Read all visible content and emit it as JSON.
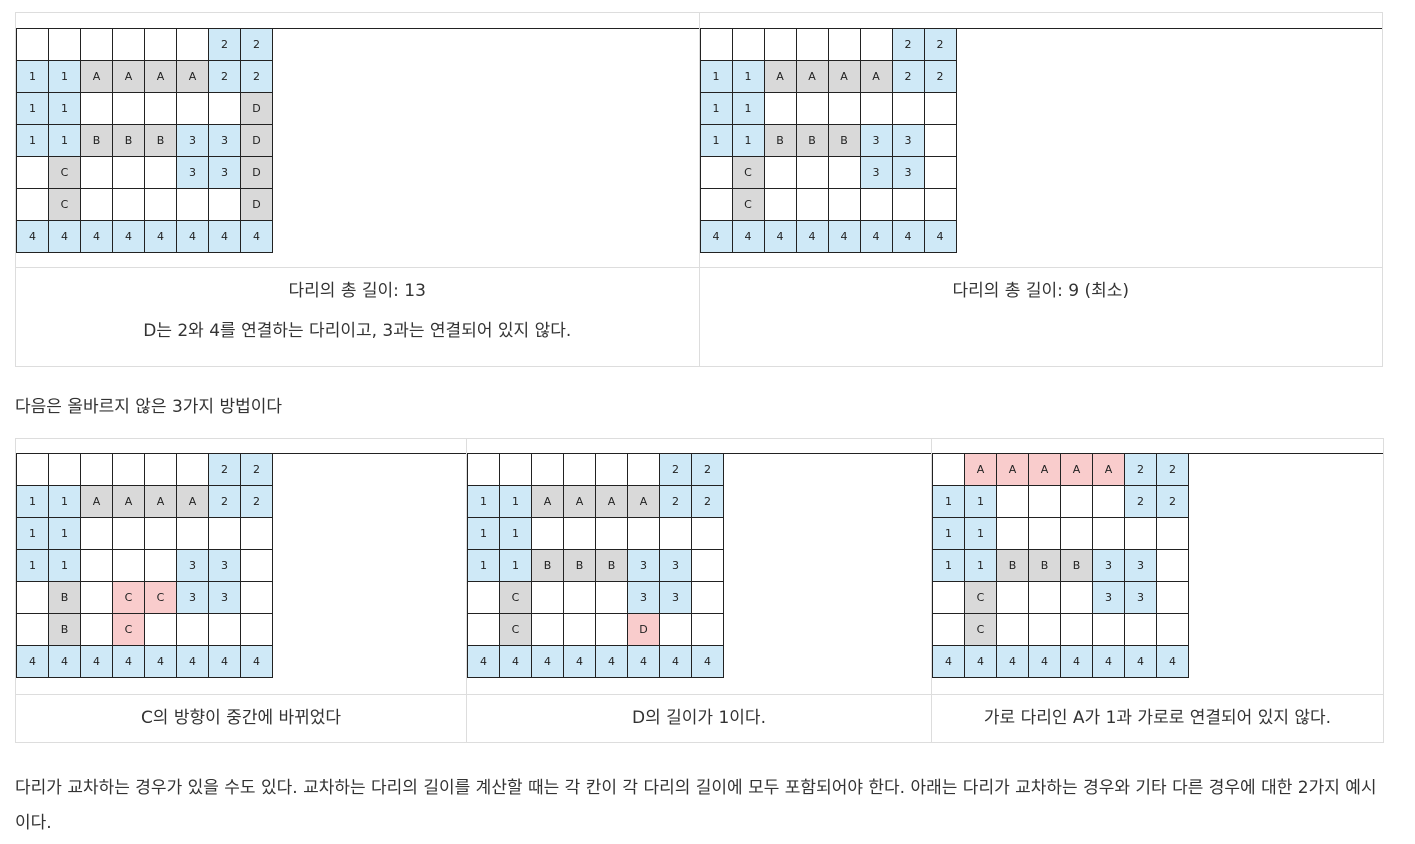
{
  "legend_colors": {
    "land": "#cfe9f7",
    "bridge": "#d9d9d9",
    "bad": "#f9cccc",
    "empty": "#ffffff"
  },
  "examples_valid": [
    {
      "grid": [
        [
          "",
          "",
          "",
          "",
          "",
          "",
          "2",
          "2"
        ],
        [
          "1",
          "1",
          "A",
          "A",
          "A",
          "A",
          "2",
          "2"
        ],
        [
          "1",
          "1",
          "",
          "",
          "",
          "",
          "",
          "D"
        ],
        [
          "1",
          "1",
          "B",
          "B",
          "B",
          "3",
          "3",
          "D"
        ],
        [
          "",
          "C",
          "",
          "",
          "",
          "3",
          "3",
          "D"
        ],
        [
          "",
          "C",
          "",
          "",
          "",
          "",
          "",
          "D"
        ],
        [
          "4",
          "4",
          "4",
          "4",
          "4",
          "4",
          "4",
          "4"
        ]
      ],
      "caption": "다리의 총 길이: 13",
      "caption2": "D는 2와 4를 연결하는 다리이고, 3과는 연결되어 있지 않다."
    },
    {
      "grid": [
        [
          "",
          "",
          "",
          "",
          "",
          "",
          "2",
          "2"
        ],
        [
          "1",
          "1",
          "A",
          "A",
          "A",
          "A",
          "2",
          "2"
        ],
        [
          "1",
          "1",
          "",
          "",
          "",
          "",
          "",
          ""
        ],
        [
          "1",
          "1",
          "B",
          "B",
          "B",
          "3",
          "3",
          ""
        ],
        [
          "",
          "C",
          "",
          "",
          "",
          "3",
          "3",
          ""
        ],
        [
          "",
          "C",
          "",
          "",
          "",
          "",
          "",
          ""
        ],
        [
          "4",
          "4",
          "4",
          "4",
          "4",
          "4",
          "4",
          "4"
        ]
      ],
      "caption": "다리의 총 길이: 9 (최소)"
    }
  ],
  "intro_invalid": "다음은 올바르지 않은 3가지 방법이다",
  "examples_invalid": [
    {
      "grid": [
        [
          "",
          "",
          "",
          "",
          "",
          "",
          "2",
          "2"
        ],
        [
          "1",
          "1",
          "A",
          "A",
          "A",
          "A",
          "2",
          "2"
        ],
        [
          "1",
          "1",
          "",
          "",
          "",
          "",
          "",
          ""
        ],
        [
          "1",
          "1",
          "",
          "",
          "",
          "3",
          "3",
          ""
        ],
        [
          "",
          "B",
          "",
          "C",
          "C",
          "3",
          "3",
          ""
        ],
        [
          "",
          "B",
          "",
          "C",
          "",
          "",
          "",
          ""
        ],
        [
          "4",
          "4",
          "4",
          "4",
          "4",
          "4",
          "4",
          "4"
        ]
      ],
      "bad": [
        [
          4,
          3
        ],
        [
          4,
          4
        ],
        [
          5,
          3
        ]
      ],
      "caption": "C의 방향이 중간에 바뀌었다"
    },
    {
      "grid": [
        [
          "",
          "",
          "",
          "",
          "",
          "",
          "2",
          "2"
        ],
        [
          "1",
          "1",
          "A",
          "A",
          "A",
          "A",
          "2",
          "2"
        ],
        [
          "1",
          "1",
          "",
          "",
          "",
          "",
          "",
          ""
        ],
        [
          "1",
          "1",
          "B",
          "B",
          "B",
          "3",
          "3",
          ""
        ],
        [
          "",
          "C",
          "",
          "",
          "",
          "3",
          "3",
          ""
        ],
        [
          "",
          "C",
          "",
          "",
          "",
          "D",
          "",
          ""
        ],
        [
          "4",
          "4",
          "4",
          "4",
          "4",
          "4",
          "4",
          "4"
        ]
      ],
      "bad": [
        [
          5,
          5
        ]
      ],
      "caption": "D의 길이가 1이다."
    },
    {
      "grid": [
        [
          "",
          "A",
          "A",
          "A",
          "A",
          "A",
          "2",
          "2"
        ],
        [
          "1",
          "1",
          "",
          "",
          "",
          "",
          "2",
          "2"
        ],
        [
          "1",
          "1",
          "",
          "",
          "",
          "",
          "",
          ""
        ],
        [
          "1",
          "1",
          "B",
          "B",
          "B",
          "3",
          "3",
          ""
        ],
        [
          "",
          "C",
          "",
          "",
          "",
          "3",
          "3",
          ""
        ],
        [
          "",
          "C",
          "",
          "",
          "",
          "",
          "",
          ""
        ],
        [
          "4",
          "4",
          "4",
          "4",
          "4",
          "4",
          "4",
          "4"
        ]
      ],
      "bad": [
        [
          0,
          1
        ],
        [
          0,
          2
        ],
        [
          0,
          3
        ],
        [
          0,
          4
        ],
        [
          0,
          5
        ]
      ],
      "caption": "가로 다리인 A가 1과 가로로 연결되어 있지 않다."
    }
  ],
  "para_cross": "다리가 교차하는 경우가 있을 수도 있다. 교차하는 다리의 길이를 계산할 때는 각 칸이 각 다리의 길이에 모두 포함되어야 한다. 아래는 다리가 교차하는 경우와 기타 다른 경우에 대한 2가지 예시이다."
}
